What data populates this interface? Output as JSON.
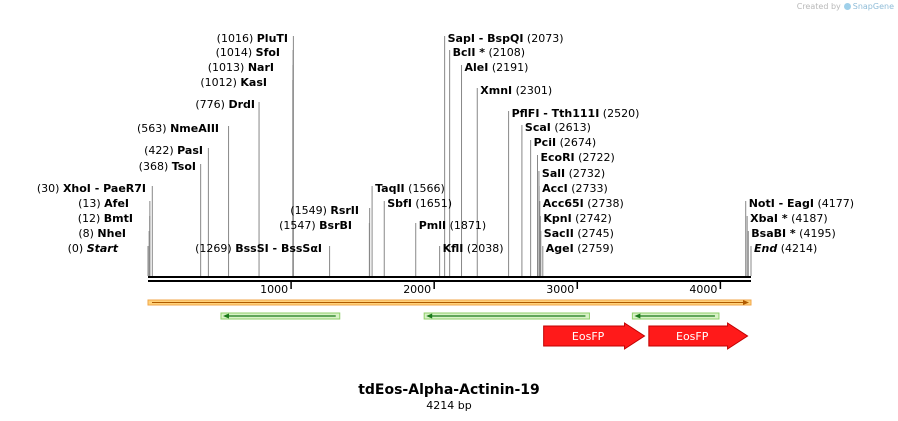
{
  "header": {
    "credit_prefix": "Created by",
    "credit_brand": "SnapGene"
  },
  "plasmid": {
    "name": "tdEos-Alpha-Actinin-19",
    "length_label": "4214 bp",
    "length_bp": 4214
  },
  "ruler": {
    "ticks": [
      1000,
      2000,
      3000,
      4000
    ],
    "tick_labels": [
      "1000",
      "2000",
      "3000",
      "4000"
    ]
  },
  "sites": [
    {
      "name": "Start",
      "pos_label": "(0)",
      "pos": 0,
      "style": "italic",
      "side": "left"
    },
    {
      "name": "NheI",
      "pos_label": "(8)",
      "pos": 8,
      "side": "left"
    },
    {
      "name": "BmtI",
      "pos_label": "(12)",
      "pos": 12,
      "side": "left"
    },
    {
      "name": "AfeI",
      "pos_label": "(13)",
      "pos": 13,
      "side": "left"
    },
    {
      "name": "XhoI  - PaeR7I",
      "pos_label": "(30)",
      "pos": 30,
      "side": "left"
    },
    {
      "name": "TsoI",
      "pos_label": "(368)",
      "pos": 368,
      "side": "left"
    },
    {
      "name": "PasI",
      "pos_label": "(422)",
      "pos": 422,
      "side": "left"
    },
    {
      "name": "NmeAIII",
      "pos_label": "(563)",
      "pos": 563,
      "side": "left"
    },
    {
      "name": "DrdI",
      "pos_label": "(776)",
      "pos": 776,
      "side": "left"
    },
    {
      "name": "KasI",
      "pos_label": "(1012)",
      "pos": 1012,
      "side": "left"
    },
    {
      "name": "NarI",
      "pos_label": "(1013)",
      "pos": 1013,
      "side": "left"
    },
    {
      "name": "SfoI",
      "pos_label": "(1014)",
      "pos": 1014,
      "side": "left"
    },
    {
      "name": "PluTI",
      "pos_label": "(1016)",
      "pos": 1016,
      "side": "left"
    },
    {
      "name": "BssSI  - BssSαI",
      "pos_label": "(1269)",
      "pos": 1269,
      "side": "left"
    },
    {
      "name": "BsrBI",
      "pos_label": "(1547)",
      "pos": 1547,
      "side": "left"
    },
    {
      "name": "RsrII",
      "pos_label": "(1549)",
      "pos": 1549,
      "side": "left"
    },
    {
      "name": "SbfI",
      "pos_label": "(1651)",
      "pos": 1651,
      "side": "right"
    },
    {
      "name": "TaqII",
      "pos_label": "(1566)",
      "pos": 1566,
      "side": "right"
    },
    {
      "name": "PmlI",
      "pos_label": "(1871)",
      "pos": 1871,
      "side": "right"
    },
    {
      "name": "KflI",
      "pos_label": "(2038)",
      "pos": 2038,
      "side": "right"
    },
    {
      "name": "XmnI",
      "pos_label": "(2301)",
      "pos": 2301,
      "side": "right"
    },
    {
      "name": "AleI",
      "pos_label": "(2191)",
      "pos": 2191,
      "side": "right"
    },
    {
      "name": "BclI *",
      "pos_label": "(2108)",
      "pos": 2108,
      "side": "right"
    },
    {
      "name": "SapI  - BspQI",
      "pos_label": "(2073)",
      "pos": 2073,
      "side": "right"
    },
    {
      "name": "PflFI  - Tth111I",
      "pos_label": "(2520)",
      "pos": 2520,
      "side": "right"
    },
    {
      "name": "ScaI",
      "pos_label": "(2613)",
      "pos": 2613,
      "side": "right"
    },
    {
      "name": "PciI",
      "pos_label": "(2674)",
      "pos": 2674,
      "side": "right"
    },
    {
      "name": "EcoRI",
      "pos_label": "(2722)",
      "pos": 2722,
      "side": "right"
    },
    {
      "name": "SalI",
      "pos_label": "(2732)",
      "pos": 2732,
      "side": "right"
    },
    {
      "name": "AccI",
      "pos_label": "(2733)",
      "pos": 2733,
      "side": "right"
    },
    {
      "name": "Acc65I",
      "pos_label": "(2738)",
      "pos": 2738,
      "side": "right"
    },
    {
      "name": "KpnI",
      "pos_label": "(2742)",
      "pos": 2742,
      "side": "right"
    },
    {
      "name": "SacII",
      "pos_label": "(2745)",
      "pos": 2745,
      "side": "right"
    },
    {
      "name": "AgeI",
      "pos_label": "(2759)",
      "pos": 2759,
      "side": "right"
    },
    {
      "name": "NotI  - EagI",
      "pos_label": "(4177)",
      "pos": 4177,
      "side": "right"
    },
    {
      "name": "XbaI *",
      "pos_label": "(4187)",
      "pos": 4187,
      "side": "right"
    },
    {
      "name": "BsaBI *",
      "pos_label": "(4195)",
      "pos": 4195,
      "side": "right"
    },
    {
      "name": "End",
      "pos_label": "(4214)",
      "pos": 4214,
      "style": "italic",
      "side": "right"
    }
  ],
  "features": [
    {
      "name": "backbone",
      "start": 0,
      "end": 4214,
      "strand": 1,
      "color": "#f0a64a",
      "kind": "bar"
    },
    {
      "name": "arrow-1",
      "start": 510,
      "end": 1340,
      "strand": -1,
      "color": "#8fcf6a",
      "kind": "thin"
    },
    {
      "name": "arrow-2",
      "start": 1930,
      "end": 3085,
      "strand": -1,
      "color": "#8fcf6a",
      "kind": "thin"
    },
    {
      "name": "arrow-3",
      "start": 3385,
      "end": 3990,
      "strand": -1,
      "color": "#8fcf6a",
      "kind": "thin"
    },
    {
      "name": "EosFP",
      "start": 2765,
      "end": 3470,
      "strand": 1,
      "color": "#ff1a1a",
      "kind": "block"
    },
    {
      "name": "EosFP",
      "start": 3500,
      "end": 4190,
      "strand": 1,
      "color": "#ff1a1a",
      "kind": "block"
    }
  ],
  "colors": {
    "backbone_line": "#000000",
    "site_line": "#888888",
    "feature_green": "#8fcf6a",
    "feature_orange": "#f0a64a",
    "feature_red": "#ff1a1a",
    "arrow_dark_green": "#1a7a1a"
  }
}
